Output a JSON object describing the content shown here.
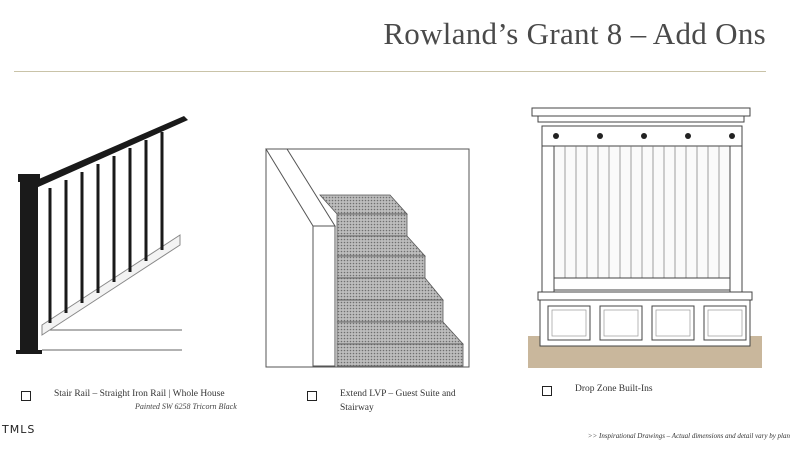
{
  "header": {
    "title": "Rowland’s Grant 8 – Add Ons"
  },
  "options": [
    {
      "label": "Stair Rail – Straight Iron Rail | Whole House",
      "note": "Painted SW 6258 Tricorn Black"
    },
    {
      "label_line1": "Extend LVP – Guest Suite and",
      "label_line2": "Stairway"
    },
    {
      "label": "Drop Zone Built-Ins"
    }
  ],
  "footer": {
    "logo": "TMLS",
    "disclaimer": ">> Inspirational Drawings – Actual dimensions and detail vary by plan"
  },
  "colors": {
    "iron": "#1a1a1a",
    "carpet": "#9a9a9a",
    "floor": "#c9b79c",
    "rule": "#c9c3a8"
  }
}
